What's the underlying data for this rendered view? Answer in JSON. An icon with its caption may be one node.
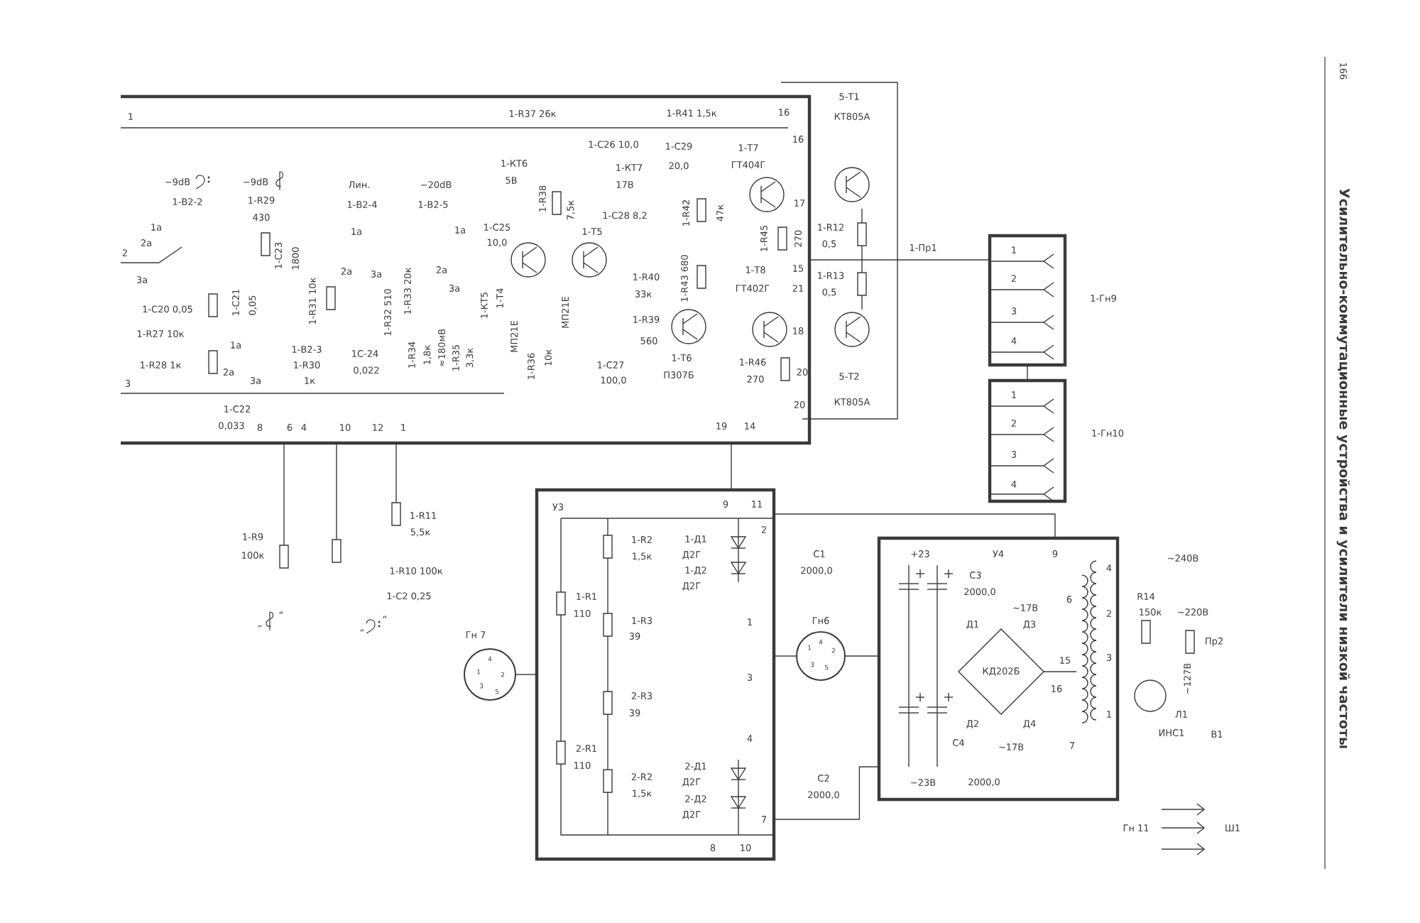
{
  "diagram": {
    "title": "Усилительно-коммутационные устройства и усилители низкой частоты",
    "nodes": [
      {
        "text": [],
        "shape": "box"
      },
      {
        "text": [
          "1",
          "2",
          "3",
          "4"
        ],
        "beside": [
          "1-Гн9"
        ]
      },
      {
        "text": [
          "1",
          "2",
          "3",
          "4"
        ],
        "beside": [
          "1-Гн10"
        ]
      },
      {
        "text": [
          "У3"
        ]
      },
      {
        "text": [
          "Гн 7",
          "4",
          "1",
          "2",
          "3",
          "5"
        ]
      },
      {
        "text": [
          "Гн6",
          "1",
          "4",
          "2",
          "3",
          "5"
        ]
      },
      {
        "text": [
          "У4"
        ]
      }
    ],
    "edges": [
      {
        "from": 0,
        "to": 1,
        "arrow": "none",
        "label": "1-Пр1"
      },
      {
        "from": 1,
        "to": 2,
        "arrow": "none"
      },
      {
        "from": 0,
        "to": 3,
        "arrow": "none"
      },
      {
        "from": 4,
        "to": 3,
        "arrow": "none"
      },
      {
        "from": 3,
        "to": 5,
        "arrow": "none"
      },
      {
        "from": 5,
        "to": 6,
        "arrow": "none"
      },
      {
        "from": 3,
        "to": 6,
        "arrow": "none"
      },
      {
        "from": 3,
        "to": 6,
        "arrow": "none"
      }
    ],
    "labels": [
      "1",
      "2",
      "3",
      "−9dB",
      "1-В2-2",
      "−9dB",
      "1-R29",
      "430",
      "Лин.",
      "1-В2-4",
      "−20dB",
      "1-В2-5",
      "1а",
      "2а",
      "3а",
      "1-С20 0,05",
      "1-R27 10к",
      "1-R28 1к",
      "1-С21",
      "0,05",
      "1-С23",
      "1800",
      "1-R31 10к",
      "1а",
      "2а",
      "3а",
      "1а",
      "2а",
      "3а",
      "1-В2-3",
      "1-R30",
      "1к",
      "1С-24",
      "0,022",
      "1-R32 510",
      "1-R33 20к",
      "1а",
      "2а",
      "3а",
      "1-R34",
      "1,8к",
      "≈180мВ",
      "1-R35",
      "3,3к",
      "1-КТ5",
      "1-С25",
      "10,0",
      "1-Т4",
      "МП21Е",
      "1-R36",
      "10к",
      "МП21Е",
      "1-С22",
      "0,033",
      "8",
      "6",
      "4",
      "10",
      "12",
      "1",
      "1-R37 26к",
      "1-КТ6",
      "5В",
      "1-С26 10,0",
      "1-С29",
      "1-КТ7",
      "17В",
      "20,0",
      "1-Т7",
      "ГТ404Г",
      "1-R41 1,5к",
      "16",
      "16",
      "1-R38",
      "7,5к",
      "1-С28 8,2",
      "1-Т5",
      "1-R42",
      "47к",
      "1-R45",
      "270",
      "17",
      "1-R12",
      "0,5",
      "1-R40",
      "33к",
      "1-R43 680",
      "1-Т8",
      "ГТ402Г",
      "15",
      "21",
      "1-R13",
      "0,5",
      "1-R39",
      "560",
      "1-С27",
      "100,0",
      "1-Т6",
      "П307Б",
      "18",
      "1-R46",
      "270",
      "20",
      "20",
      "5-Т1",
      "КТ805А",
      "5-Т2",
      "КТ805А",
      "19",
      "14",
      "1-R9",
      "100к",
      "1-R11",
      "5,5к",
      "1-R10 100к",
      "1-С2 0,25",
      "„",
      "“",
      "„",
      "“",
      "9",
      "11",
      "1-R2",
      "1,5к",
      "1-Д1",
      "Д2Г",
      "1-Д2",
      "Д2Г",
      "2",
      "1-R1",
      "110",
      "1-R3",
      "39",
      "1",
      "3",
      "2-R3",
      "39",
      "4",
      "2-R1",
      "110",
      "2-R2",
      "1,5к",
      "2-Д1",
      "Д2Г",
      "2-Д2",
      "Д2Г",
      "7",
      "8",
      "10",
      "С1",
      "2000,0",
      "С2",
      "2000,0",
      "+23",
      "9",
      "С3",
      "2000,0",
      "~17В",
      "Д1",
      "Д3",
      "КД202Б",
      "Д2",
      "Д4",
      "С4",
      "~17В",
      "−23В",
      "2000,0",
      "6",
      "15",
      "16",
      "7",
      "4",
      "2",
      "3",
      "1",
      "~240В",
      "R14",
      "150к",
      "~220В",
      "Пр2",
      "~127В",
      "Л1",
      "ИНС1",
      "В1",
      "Гн 11",
      "Ш1",
      "166"
    ]
  }
}
